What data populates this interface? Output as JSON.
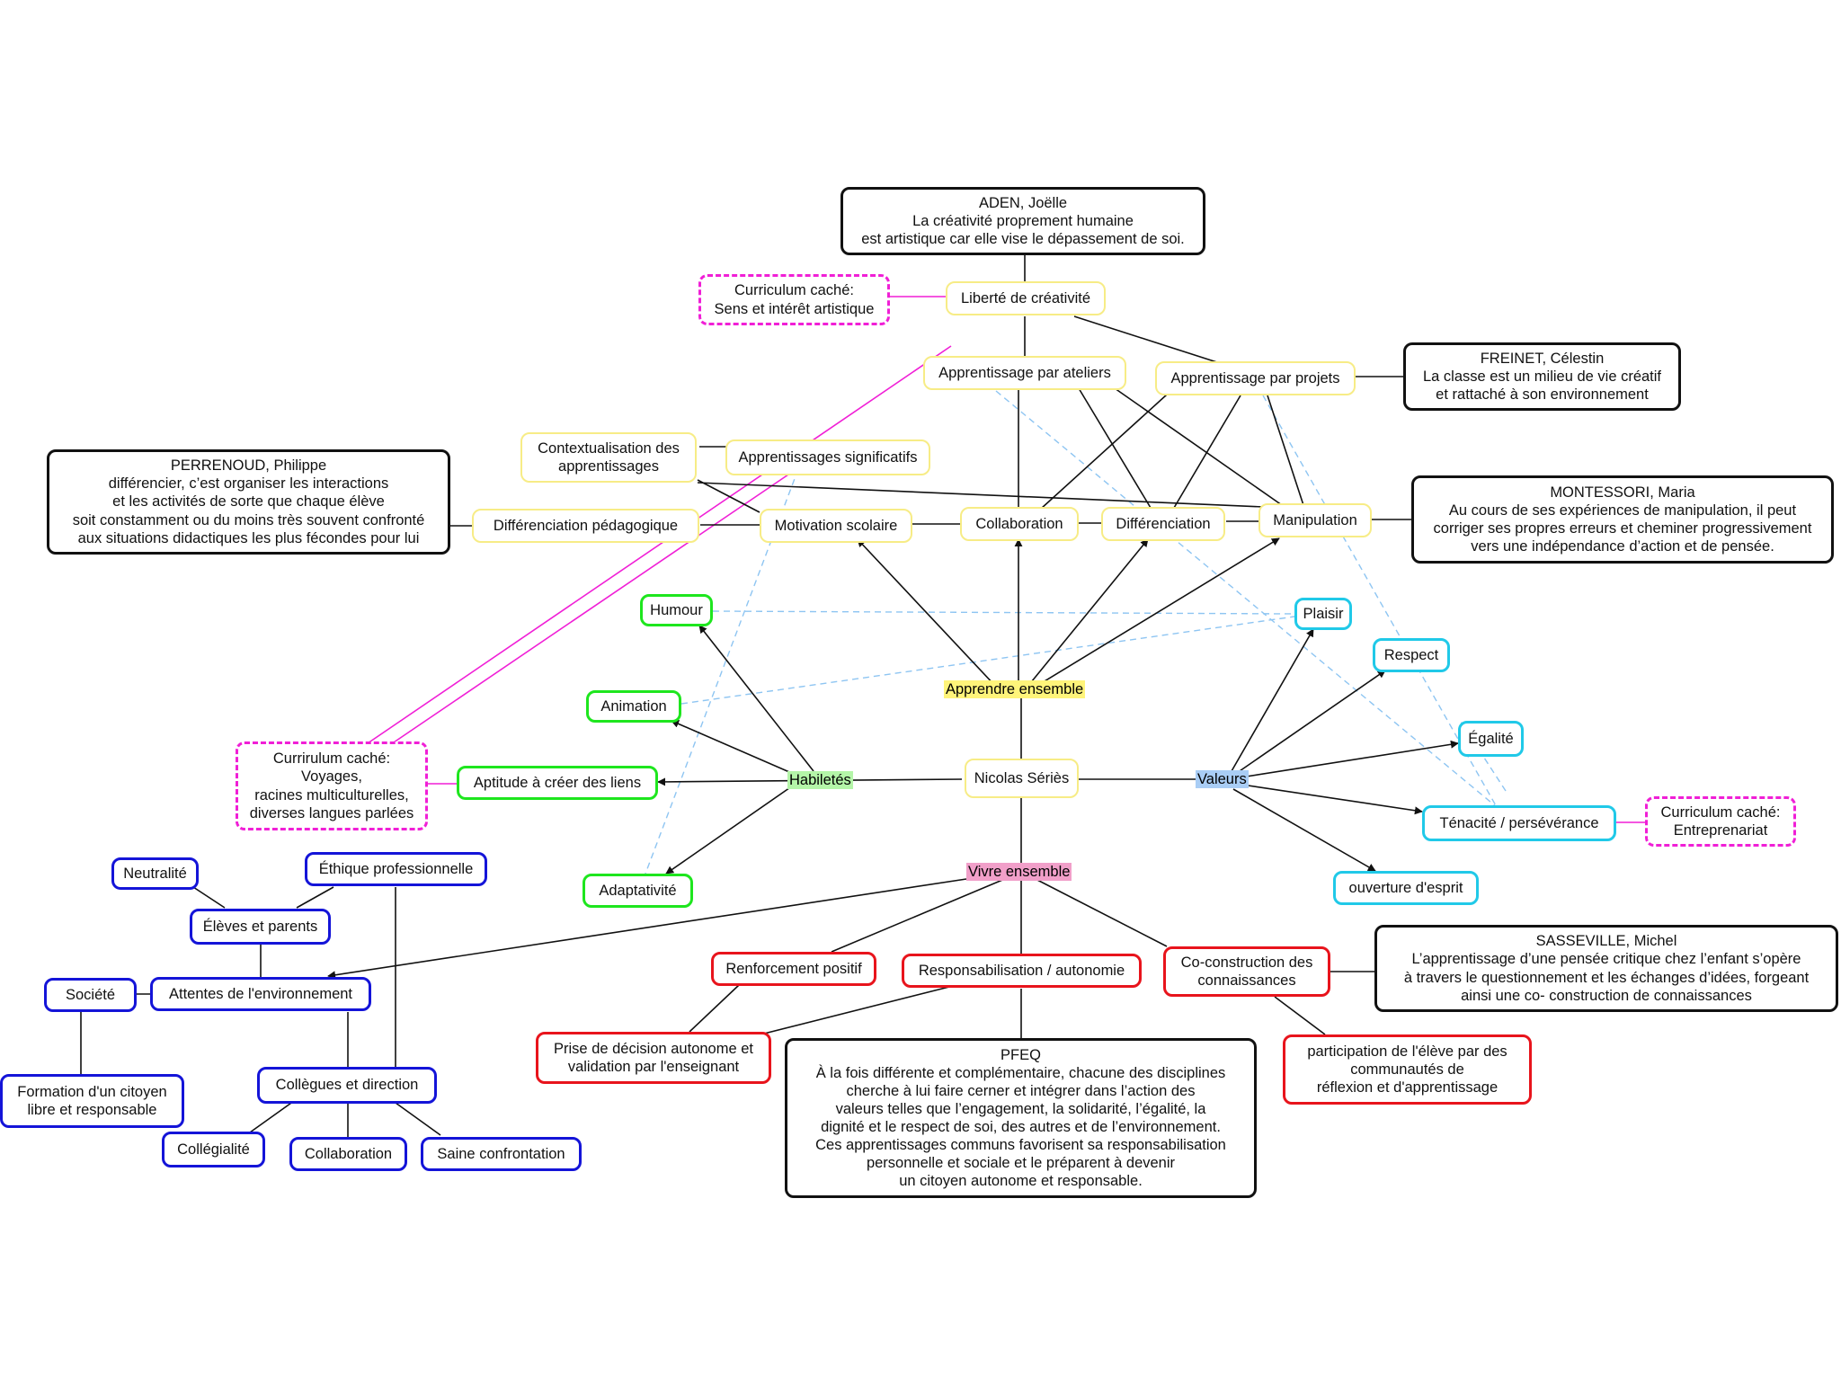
{
  "center": "Nicolas Sériès",
  "hubs": {
    "apprendre": "Apprendre ensemble",
    "habiletes": "Habiletés",
    "valeurs": "Valeurs",
    "vivre": "Vivre ensemble"
  },
  "yellow": {
    "liberte": "Liberté de créativité",
    "ateliers": "Apprentissage par ateliers",
    "projets": "Apprentissage par projets",
    "contextualisation": "Contextualisation des\napprentissages",
    "significatifs": "Apprentissages significatifs",
    "diff_pedago": "Différenciation pédagogique",
    "motivation": "Motivation scolaire",
    "collaboration": "Collaboration",
    "differenciation": "Différenciation",
    "manipulation": "Manipulation"
  },
  "green": {
    "humour": "Humour",
    "animation": "Animation",
    "aptitude": "Aptitude à créer des liens",
    "adaptativite": "Adaptativité"
  },
  "cyan": {
    "plaisir": "Plaisir",
    "respect": "Respect",
    "egalite": "Égalité",
    "tenacite": "Ténacité / persévérance",
    "ouverture": "ouverture d'esprit"
  },
  "red": {
    "renforcement": "Renforcement positif",
    "responsabilisation": "Responsabilisation / autonomie",
    "coconstruction": "Co-construction des\nconnaissances",
    "prise_decision": "Prise de décision autonome et\nvalidation par l'enseignant",
    "participation": "participation de l'élève par des\ncommunautés de\nréflexion et d'apprentissage"
  },
  "blue": {
    "neutralite": "Neutralité",
    "ethique": "Éthique professionnelle",
    "eleves_parents": "Élèves et parents",
    "societe": "Société",
    "attentes": "Attentes de l'environnement",
    "formation": "Formation d'un citoyen\nlibre et responsable",
    "collegues": "Collègues et direction",
    "collegialite": "Collégialité",
    "collaboration": "Collaboration",
    "saine": "Saine confrontation"
  },
  "black": {
    "aden": "ADEN, Joëlle\nLa créativité proprement humaine\nest artistique car elle vise le dépassement de soi.",
    "freinet": "FREINET, Célestin\nLa classe est un milieu de vie créatif\net rattaché à son environnement",
    "perrenoud": "PERRENOUD, Philippe\ndifférencier, c’est organiser les interactions\net les activités de sorte que chaque élève\nsoit constamment ou du moins très souvent confronté\naux situations didactiques les plus fécondes pour lui",
    "montessori": "MONTESSORI, Maria\nAu cours de ses expériences de manipulation, il peut\ncorriger ses propres erreurs et cheminer progressivement\nvers une indépendance d’action et de pensée.",
    "sasseville": "SASSEVILLE, Michel\nL’apprentissage d’une pensée critique chez l’enfant s’opère\nà travers le questionnement et les échanges d’idées, forgeant\nainsi une co- construction de connaissances",
    "pfeq": "PFEQ\nÀ la fois différente et complémentaire, chacune des disciplines\ncherche à lui faire cerner et intégrer dans l’action des\nvaleurs telles que l’engagement, la solidarité, l’égalité, la\ndignité et le respect de soi, des autres et de l’environnement.\nCes apprentissages communs favorisent sa responsabilisation\npersonnelle et sociale et le préparent à devenir\nun citoyen autonome et responsable."
  },
  "magenta": {
    "curr_artistique": "Curriculum caché:\nSens  et intérêt artistique",
    "curr_voyages": "Currirulum caché:\nVoyages,\nracines multiculturelles,\ndiverses langues parlées",
    "curr_entrepreneuriat": "Curriculum caché:\nEntreprenariat"
  },
  "colors": {
    "yellow": "#f7ec86",
    "green": "#1ee61e",
    "cyan": "#20c9e8",
    "red": "#e8141c",
    "blue": "#1414d8",
    "magenta": "#f01fd6",
    "dashed_link": "#8ec5f2",
    "hl_apprendre": "#fff47a",
    "hl_habiletes": "#b4f5a8",
    "hl_valeurs": "#a9cdf5",
    "hl_vivre": "#f19fc9"
  }
}
